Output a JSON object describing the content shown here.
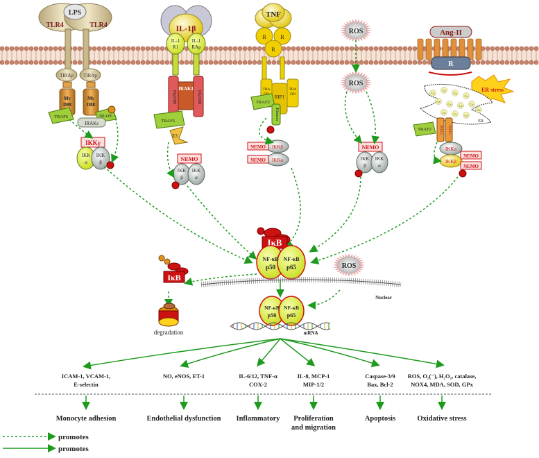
{
  "receptors": {
    "lps": "LPS",
    "tlr4_left": "TLR4",
    "tlr4_right": "TLR4",
    "il1b": "IL-1β",
    "il1r1": "IL-1\nR1",
    "il1rap": "IL-1\nRAp",
    "tnf": "TNF",
    "r": "R",
    "ros_top": "ROS",
    "angii": "Ang-II"
  },
  "adaptors": {
    "tirap": "TIRAp",
    "myd88": "My\nD88",
    "traf6": "TRAF6",
    "iraks": "IRAKs",
    "irak1": "IRAK1",
    "myd88_vertical": "MyD88",
    "e3": "E3",
    "tradd": "TRA\nDD",
    "rip1": "RIP1",
    "traf2": "TRAF2",
    "kinases": "Kinases",
    "ros_mid": "ROS",
    "er_stress": "ER stress",
    "er": "ER",
    "ire1": "IRE1α",
    "ca": "Ca"
  },
  "ikk": {
    "ikky": "IKKγ",
    "nemo": "NEMO",
    "ikk": "IKK",
    "alpha": "α",
    "beta": "β",
    "ikkb": "IKKβ",
    "ikka": "IKKα",
    "p": "P"
  },
  "nfkb": {
    "ikb": "IκB",
    "nfkb": "NF-κB",
    "p50": "p50",
    "p65": "p65",
    "degradation": "degradation",
    "nuclear": "Nuclear",
    "ros_nuclear": "ROS",
    "mrna": "mRNA"
  },
  "targets": [
    {
      "genes": "ICAM-1, VCAM-1,\nE-selectin",
      "outcome": "Monocyte adhesion"
    },
    {
      "genes": "NO, eNOS, ET-1",
      "outcome": "Endothelial dysfunction"
    },
    {
      "genes": "IL-6/12, TNF-α\nCOX-2",
      "outcome": "Inflammatory"
    },
    {
      "genes": "IL-8, MCP-1\nMIP-1/2",
      "outcome": "Proliferation\nand migration"
    },
    {
      "genes": "Caspase-3/9\nBax, Bcl-2",
      "outcome": "Apoptosis"
    },
    {
      "genes": "ROS, O₂(⁻), H₂O₂, catalase,\nNOX4, MDA, SOD, GPx",
      "outcome": "Oxidative stress"
    }
  ],
  "legend": {
    "promotes_dashed": "promotes",
    "promotes_solid": "promotes"
  },
  "colors": {
    "arrow_green": "#1e9a1e",
    "membrane": "#c9826a",
    "nfkb_fill": "#e8f04a",
    "ikb_red": "#cc1111",
    "ros_fill": "#c8c8c8"
  }
}
